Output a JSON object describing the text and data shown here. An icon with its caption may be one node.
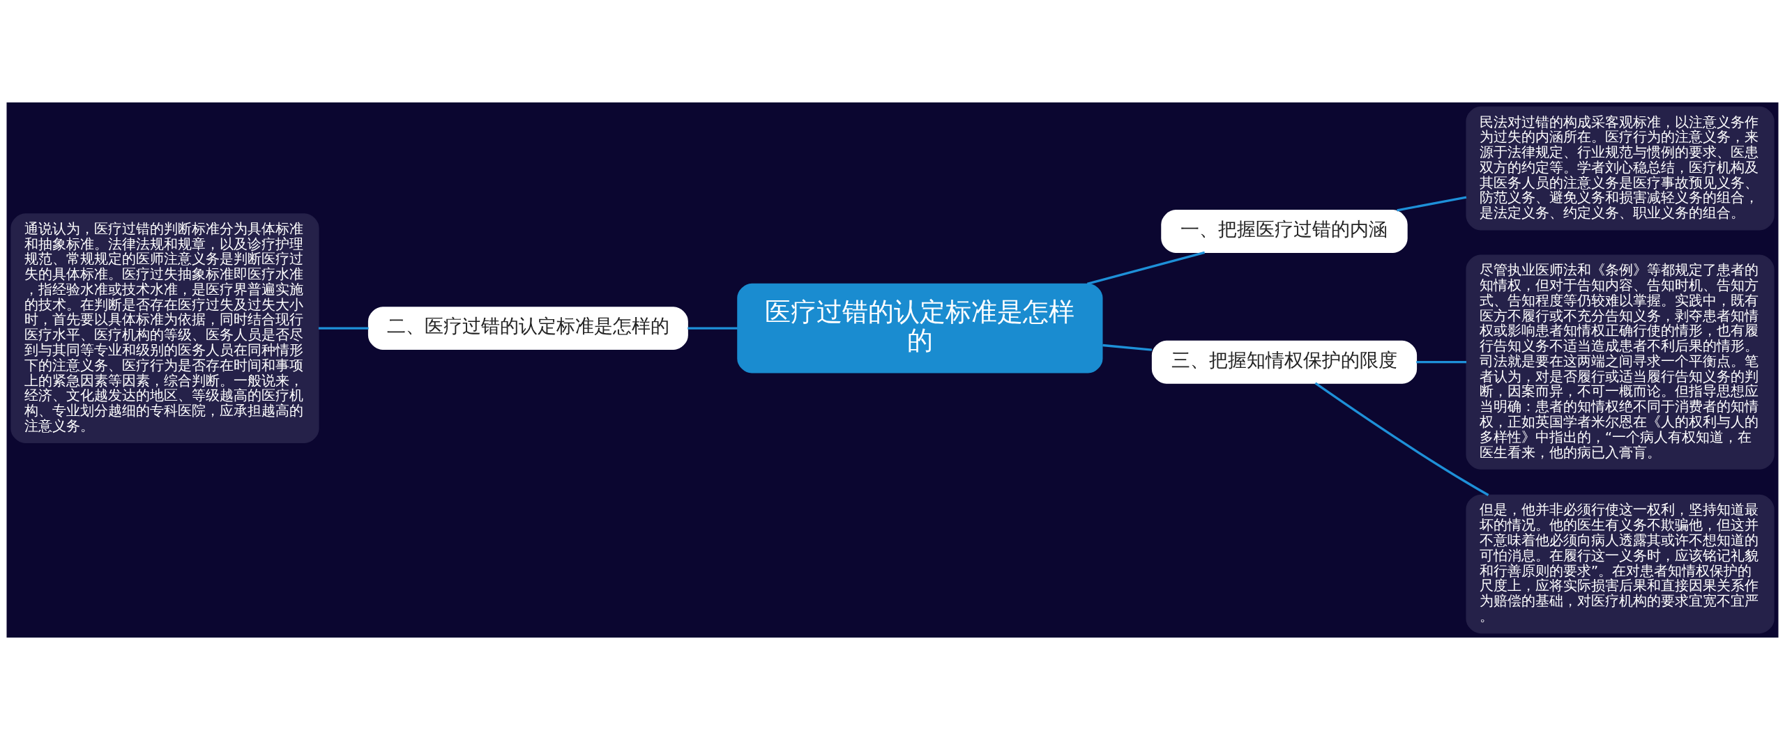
{
  "diagram": {
    "nodes": [
      {
        "text": [
          "医疗过错的认定标准是怎样的"
        ]
      },
      {
        "text": [
          "一、把握医疗过错的内涵"
        ]
      },
      {
        "text": [
          "民法对过错的构成采客观标准，以注意义务作为过失的内涵所在。医疗行为的注意义务，来源于法律规定、行业规范与惯例的要求、医患双方的约定等。学者刘心稳总结，医疗机构及其医务人员的注意义务是医疗事故预见义务、防范义务、避免义务和损害减轻义务的组合，是法定义务、约定义务、职业义务的组合。"
        ]
      },
      {
        "text": [
          "二、医疗过错的认定标准是怎样的"
        ]
      },
      {
        "text": [
          "通说认为，医疗过错的判断标准分为具体标准和抽象标准。法律法规和规章，以及诊疗护理规范、常规规定的医师注意义务是判断医疗过失的具体标准。医疗过失抽象标准即医疗水准，指经验水准或技术水准，是医疗界普遍实施的技术。在判断是否存在医疗过失及过失大小时，首先要以具体标准为依据，同时结合现行医疗水平、医疗机构的等级、医务人员是否尽到与其同等专业和级别的医务人员在同种情形下的注意义务、医疗行为是否存在时间和事项上的紧急因素等因素，综合判断。一般说来，经济、文化越发达的地区、等级越高的医疗机构、专业划分越细的专科医院，应承担越高的注意义务。"
        ]
      },
      {
        "text": [
          "三、把握知情权保护的限度"
        ]
      },
      {
        "text": [
          "尽管执业医师法和《条例》等都规定了患者的知情权，但对于告知内容、告知时机、告知方式、告知程度等仍较难以掌握。实践中，既有医方不履行或不充分告知义务，剥夺患者知情权或影响患者知情权正确行使的情形，也有履行告知义务不适当造成患者不利后果的情形。司法就是要在这两端之间寻求一个平衡点。笔者认为，对是否履行或适当履行告知义务的判断，因案而异，不可一概而论。但指导思想应当明确：患者的知情权绝不同于消费者的知情权，正如英国学者米尔恩在《人的权利与人的多样性》中指出的，“一个病人有权知道，在医生看来，他的病已入膏肓。"
        ]
      },
      {
        "text": [
          "但是，他并非必须行使这一权利，坚持知道最坏的情况。他的医生有义务不欺骗他，但这并不意味着他必须向病人透露其或许不想知道的可怕消息。在履行这一义务时，应该铭记礼貌和行善原则的要求”。在对患者知情权保护的尺度上，应将实际损害后果和直接因果关系作为赔偿的基础，对医疗机构的要求宜宽不宜严。"
        ]
      }
    ],
    "edges": [
      {
        "from": 0,
        "to": 1,
        "arrow": "none"
      },
      {
        "from": 1,
        "to": 2,
        "arrow": "none"
      },
      {
        "from": 0,
        "to": 3,
        "arrow": "none"
      },
      {
        "from": 3,
        "to": 4,
        "arrow": "none"
      },
      {
        "from": 0,
        "to": 5,
        "arrow": "none"
      },
      {
        "from": 5,
        "to": 6,
        "arrow": "none"
      },
      {
        "from": 5,
        "to": 7,
        "arrow": "none"
      }
    ]
  }
}
